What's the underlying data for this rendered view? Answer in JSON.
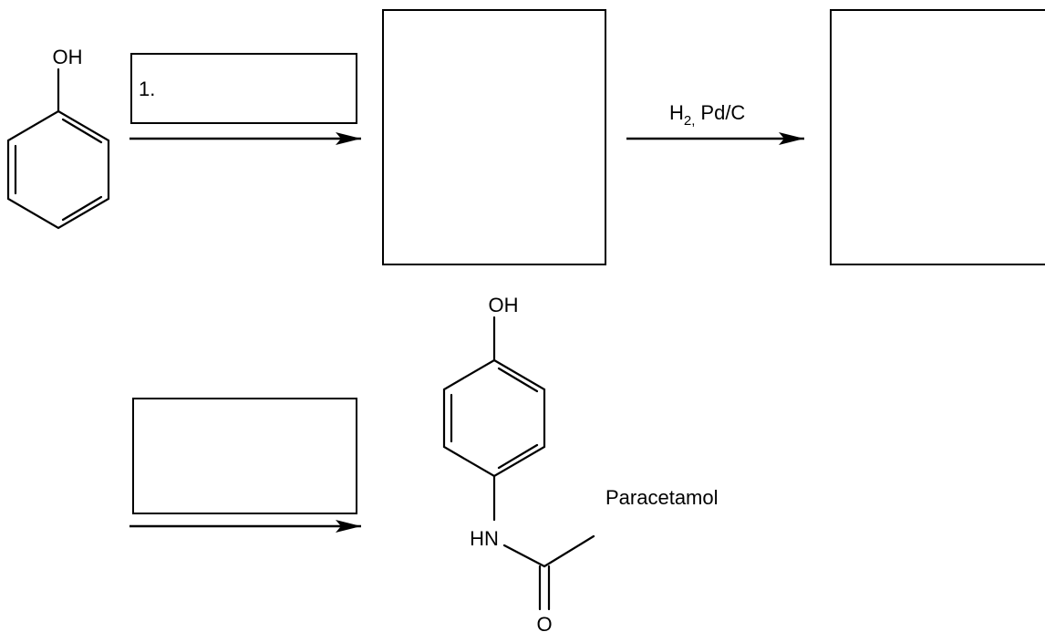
{
  "reaction": {
    "start_material": {
      "atom_oh": "OH"
    },
    "step1_reagent_box": {
      "label": "1."
    },
    "step2_reagent": {
      "h2_main": "H",
      "h2_sub": "2,",
      "catalyst": "Pd/C"
    },
    "product": {
      "atom_oh": "OH",
      "atom_hn": "HN",
      "atom_o": "O",
      "name": "Paracetamol"
    }
  },
  "colors": {
    "ink": "#000000",
    "background": "#ffffff"
  }
}
